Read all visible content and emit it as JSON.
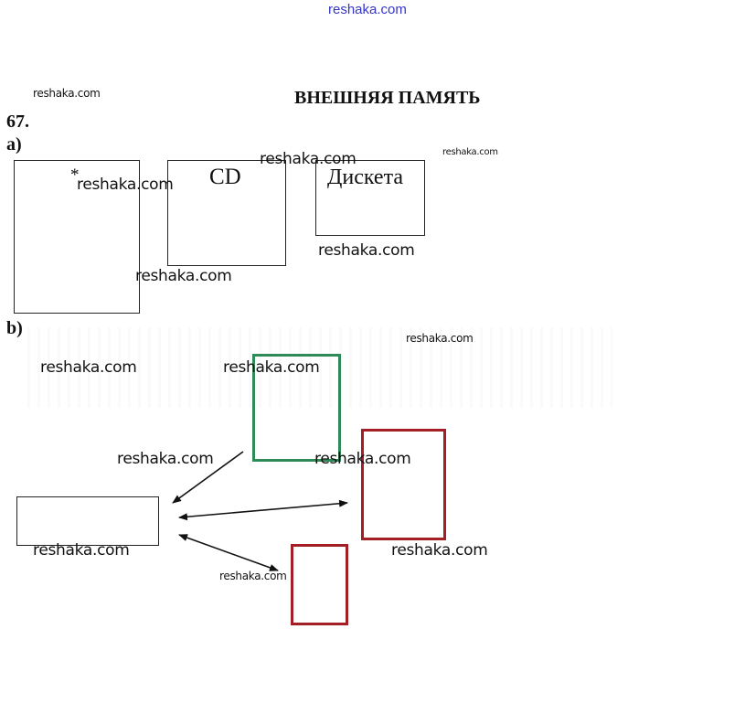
{
  "header": {
    "site_link": "reshaka.com"
  },
  "page": {
    "title": "ВНЕШНЯЯ ПАМЯТЬ",
    "task_number": "67.",
    "part_a_label": "a)",
    "part_b_label": "b)"
  },
  "part_a": {
    "boxes": [
      {
        "label": "*"
      },
      {
        "label": "CD"
      },
      {
        "label": "Дискета"
      }
    ]
  },
  "part_b": {
    "colors": {
      "green_box": "#2e8b57",
      "red_box": "#a31f24",
      "arrow": "#111111"
    },
    "arrows": [
      {
        "from": "green-box",
        "to": "left-box",
        "type": "one-way"
      },
      {
        "from": "left-box",
        "to": "large-red-box",
        "type": "two-way"
      },
      {
        "from": "left-box",
        "to": "small-red-box",
        "type": "two-way"
      }
    ]
  },
  "watermarks": [
    "reshaka.com",
    "reshaka.com",
    "reshaka.com",
    "reshaka.com",
    "reshaka.com",
    "reshaka.com",
    "reshaka.com",
    "reshaka.com",
    "reshaka.com",
    "reshaka.com",
    "reshaka.com",
    "reshaka.com",
    "reshaka.com",
    "reshaka.com"
  ]
}
